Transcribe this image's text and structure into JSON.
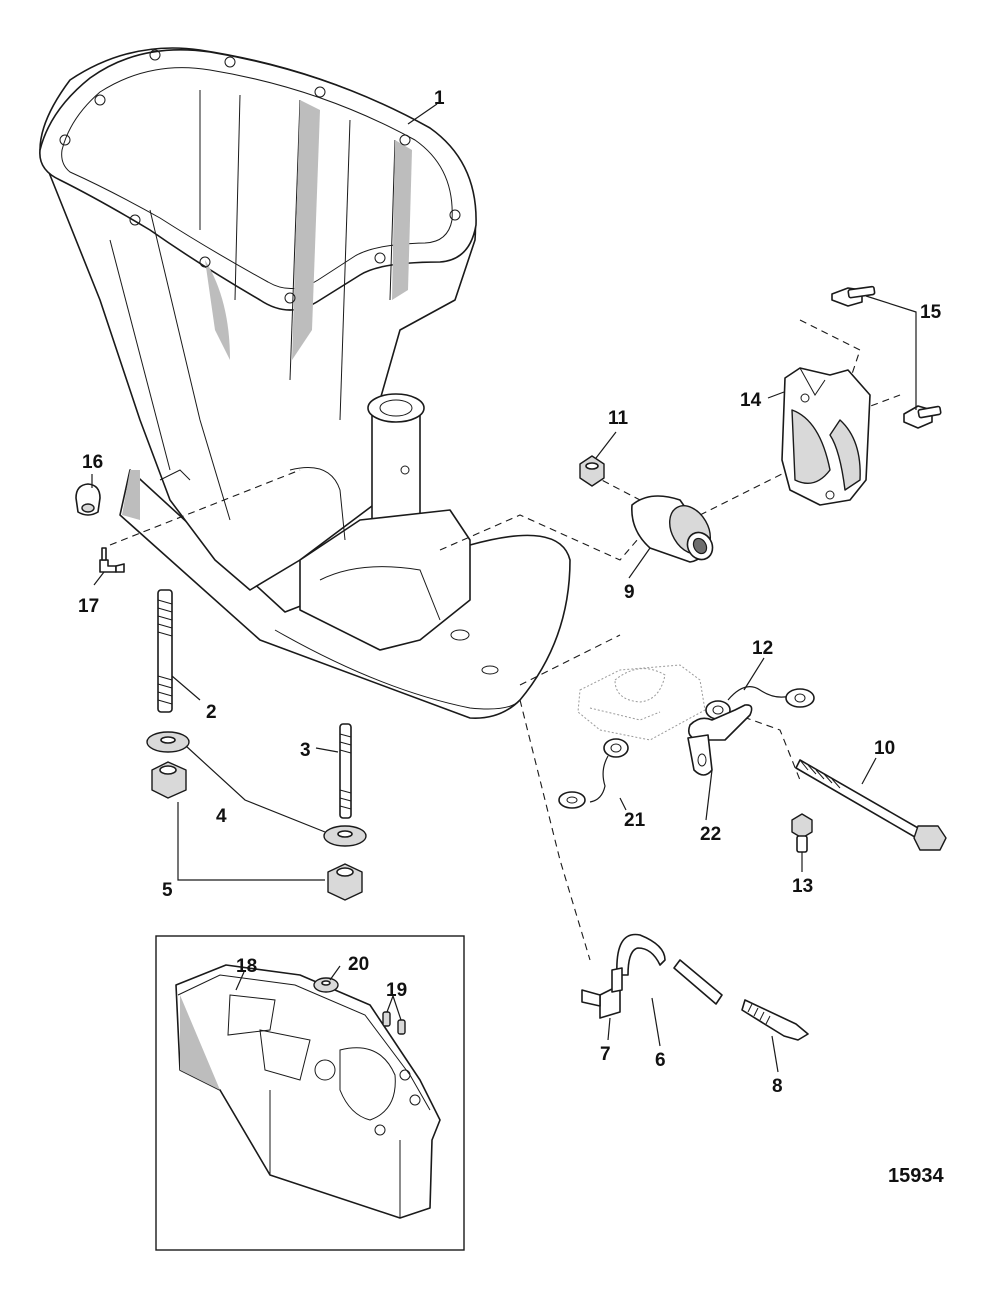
{
  "callouts": [
    "1",
    "2",
    "3",
    "4",
    "5",
    "6",
    "7",
    "8",
    "9",
    "10",
    "11",
    "12",
    "13",
    "14",
    "15",
    "16",
    "17",
    "18",
    "19",
    "20",
    "21",
    "22"
  ],
  "reference_number": "15934",
  "colors": {
    "line": "#1a1a1a",
    "background": "#ffffff",
    "shading": "#bdbdbd"
  }
}
